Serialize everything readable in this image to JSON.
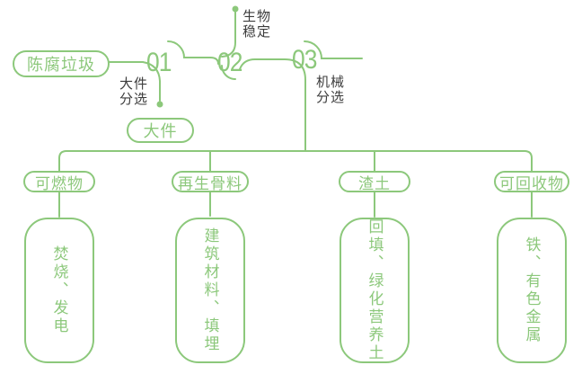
{
  "colors": {
    "green": "#8CC87B",
    "label_gray": "#3C3C3C",
    "background": "#FFFFFF"
  },
  "diagram": {
    "type": "process-flowchart",
    "source": {
      "label": "陈腐垃圾"
    },
    "steps": [
      {
        "number": "01",
        "label": "大件\n分选",
        "output_node": "大件"
      },
      {
        "number": "02",
        "label": "生物\n稳定"
      },
      {
        "number": "03",
        "label": "机械\n分选"
      }
    ],
    "branches": [
      {
        "category": "可燃物",
        "result": "焚烧、发电"
      },
      {
        "category": "再生骨料",
        "result": "建筑材料、填埋"
      },
      {
        "category": "渣土",
        "result": "回填、绿化营养土"
      },
      {
        "category": "可回收物",
        "result": "铁、有色金属"
      }
    ]
  }
}
